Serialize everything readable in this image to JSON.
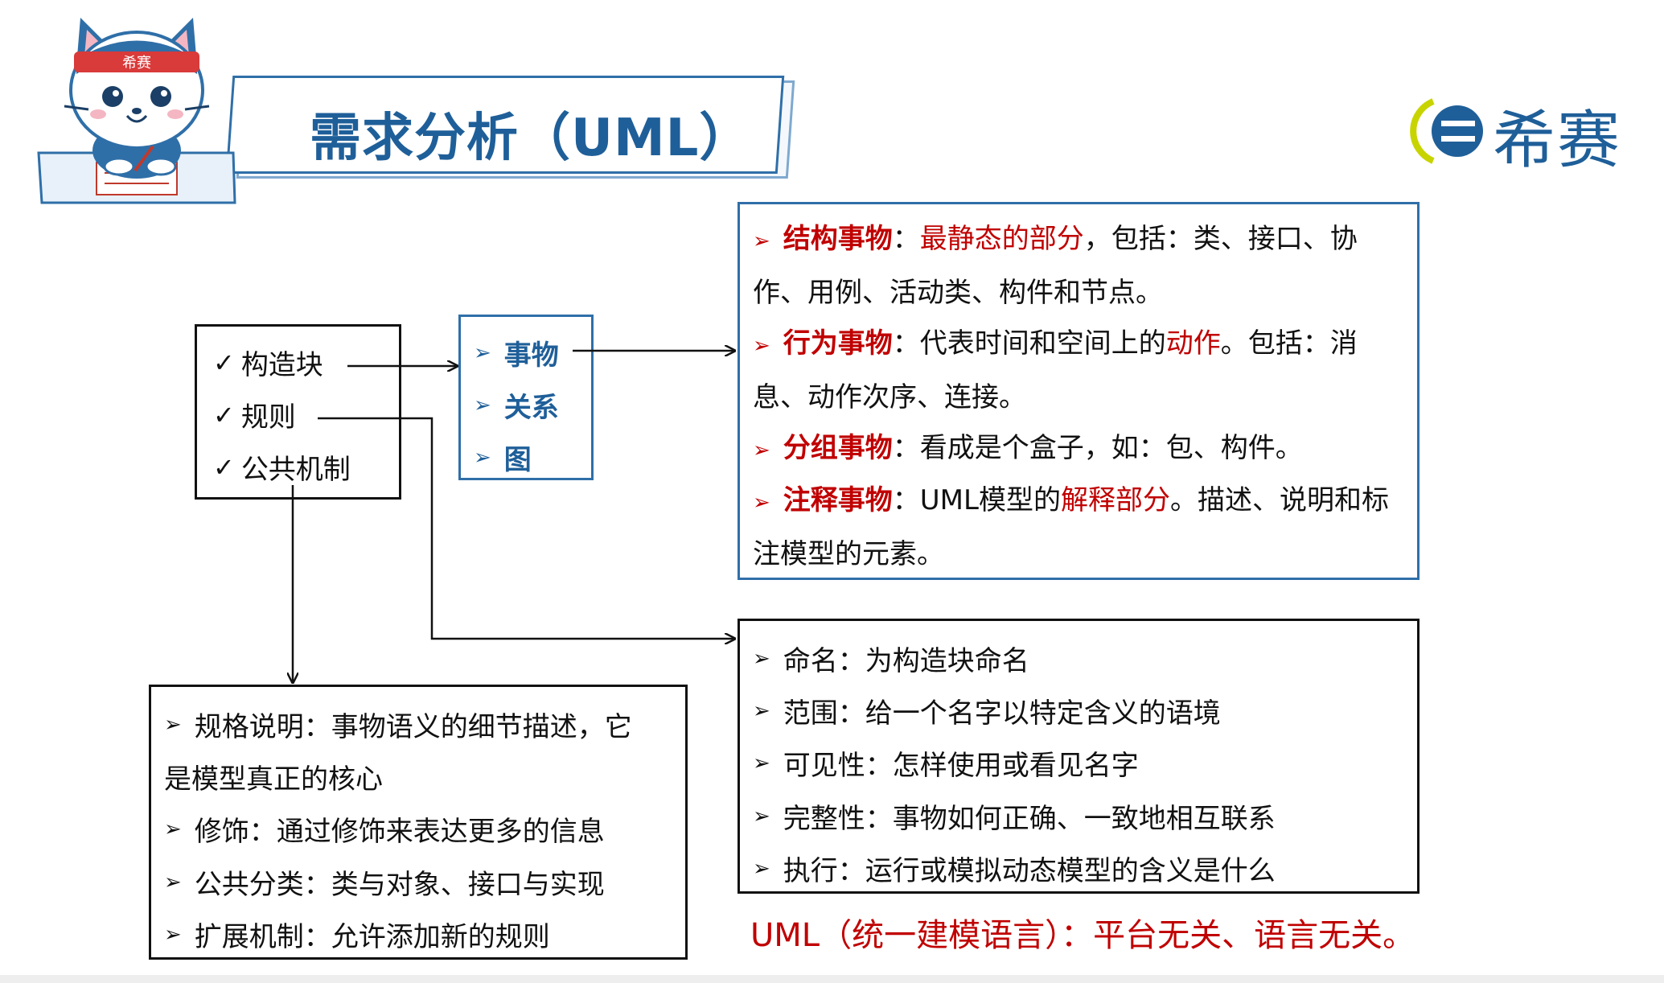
{
  "header": {
    "title": "需求分析（UML）",
    "mascot_badge": "希赛",
    "logo_text": "希赛"
  },
  "building_blocks": {
    "items": [
      "构造块",
      "规则",
      "公共机制"
    ]
  },
  "categories": {
    "items": [
      "事物",
      "关系",
      "图"
    ]
  },
  "things": {
    "structural": {
      "name": "结构事物",
      "sep": "：",
      "highlight": "最静态的部分",
      "rest": "，包括：类、接口、协作、用例、活动类、构件和节点。"
    },
    "behavioral": {
      "name": "行为事物",
      "sep": "：",
      "pre": "代表时间和空间上的",
      "highlight": "动作",
      "rest": "。包括：消息、动作次序、连接。"
    },
    "grouping": {
      "name": "分组事物",
      "sep": "：",
      "rest": "看成是个盒子，如：包、构件。"
    },
    "annotational": {
      "name": "注释事物",
      "sep": "：",
      "pre": "UML模型的",
      "highlight": "解释部分",
      "rest": "。描述、说明和标注模型的元素。"
    }
  },
  "rules": {
    "items": [
      "命名：为构造块命名",
      "范围：给一个名字以特定含义的语境",
      "可见性：怎样使用或看见名字",
      "完整性：事物如何正确、一致地相互联系",
      "执行：运行或模拟动态模型的含义是什么"
    ]
  },
  "mechanisms": {
    "spec_line1": "规格说明：事物语义的细节描述，它",
    "spec_line2": "是模型真正的核心",
    "items": [
      "修饰：通过修饰来表达更多的信息",
      "公共分类：类与对象、接口与实现",
      "扩展机制：允许添加新的规则"
    ]
  },
  "footnote": "UML（统一建模语言）：平台无关、语言无关。",
  "colors": {
    "title_blue": "#1f5f99",
    "highlight_red": "#c00000",
    "logo_green": "#c8d400"
  }
}
